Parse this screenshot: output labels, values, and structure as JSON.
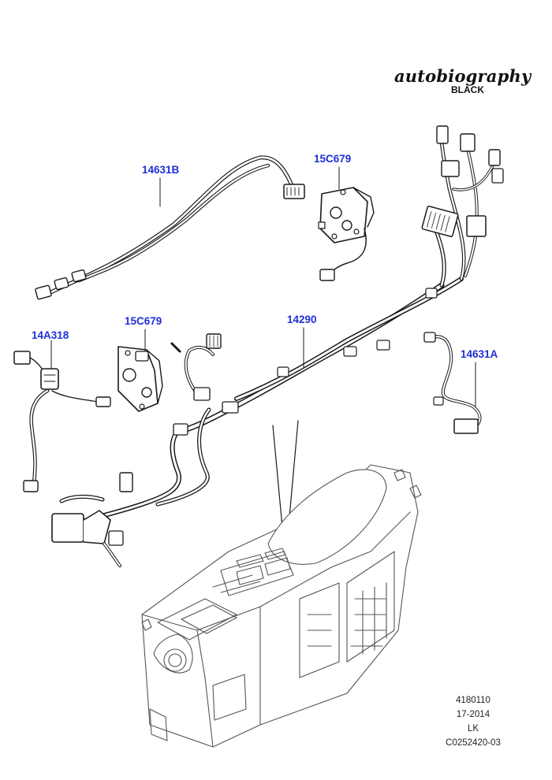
{
  "brand": {
    "script": "autobiography",
    "sub": "BLACK"
  },
  "callouts": {
    "c1": "14631B",
    "c2": "15C679",
    "c3": "14A318",
    "c4": "15C679",
    "c5": "14290",
    "c6": "14631A"
  },
  "footer": {
    "line1": "4180110",
    "line2": "17-2014",
    "line3": "LK",
    "line4": "C0252420-03"
  },
  "colors": {
    "callout": "#1f2fd6",
    "line": "#1a1a1a",
    "console": "#555555"
  }
}
